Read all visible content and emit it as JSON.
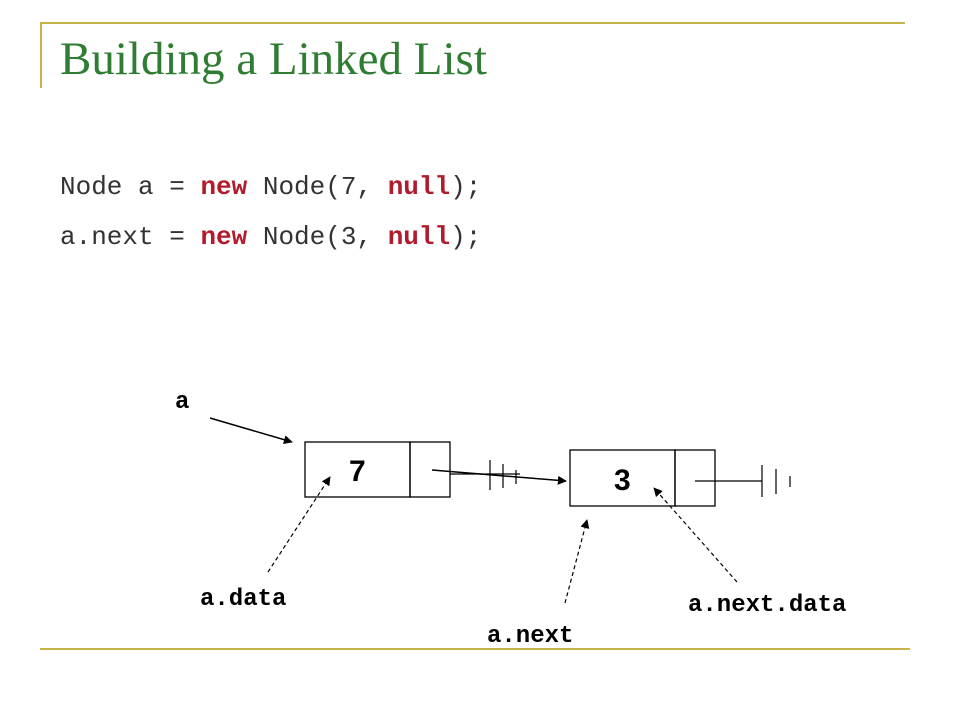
{
  "slide": {
    "title": "Building a Linked List",
    "code": [
      {
        "p1": "Node a = ",
        "k1": "new",
        "p2": " Node(7, ",
        "k2": "null",
        "p3": ");"
      },
      {
        "p1": "a.next = ",
        "k1": "new",
        "p2": " Node(3, ",
        "k2": "null",
        "p3": ");"
      }
    ],
    "colors": {
      "title": "#2e7d32",
      "keyword": "#b01c2e",
      "rule": "#c9b44a"
    }
  },
  "diagram": {
    "var_label": "a",
    "node1": {
      "value": "7"
    },
    "node2": {
      "value": "3"
    },
    "labels": {
      "data": "a.data",
      "next": "a.next",
      "next_data": "a.next.data"
    }
  }
}
